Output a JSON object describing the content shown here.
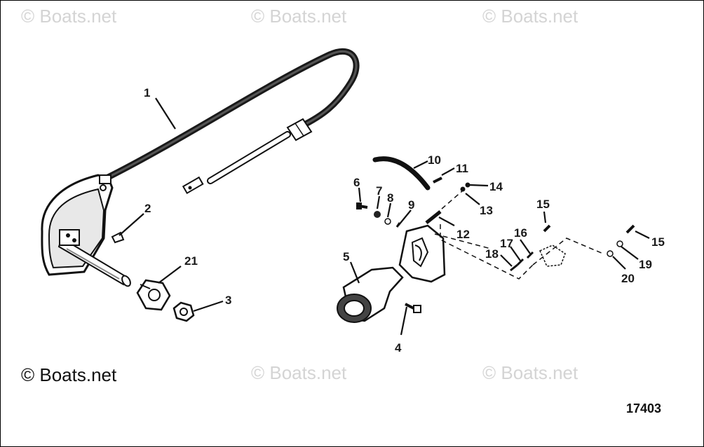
{
  "watermarks": [
    "© Boats.net",
    "© Boats.net",
    "© Boats.net",
    "© Boats.net",
    "© Boats.net"
  ],
  "copyright": "© Boats.net",
  "diagram_number": "17403",
  "callouts": [
    "1",
    "2",
    "3",
    "4",
    "5",
    "6",
    "7",
    "8",
    "9",
    "10",
    "11",
    "12",
    "13",
    "14",
    "15",
    "16",
    "17",
    "18",
    "19",
    "20",
    "21",
    "15"
  ]
}
